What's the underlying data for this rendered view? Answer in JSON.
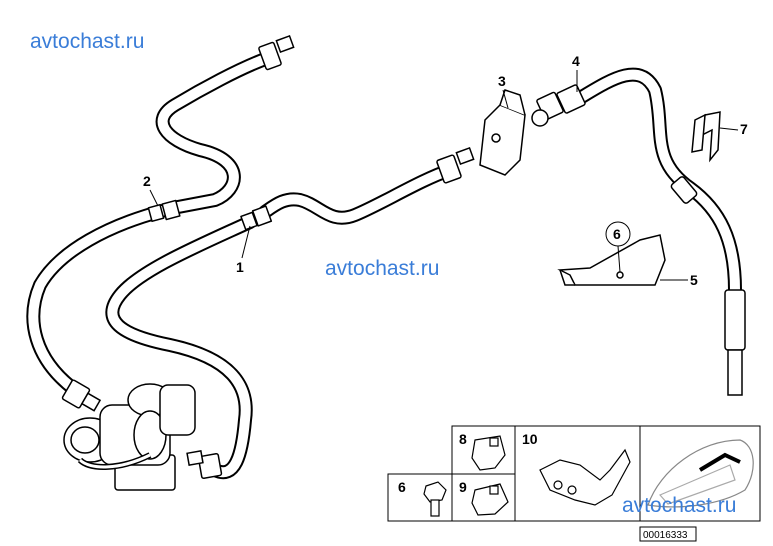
{
  "watermarks": [
    "avtochast.ru",
    "avtochast.ru",
    "avtochast.ru"
  ],
  "callouts": {
    "n1": "1",
    "n2": "2",
    "n3": "3",
    "n4": "4",
    "n5": "5",
    "n6": "6",
    "n7": "7"
  },
  "inset": {
    "n6": "6",
    "n8": "8",
    "n9": "9",
    "n10": "10"
  },
  "diagram_code": "00016333"
}
